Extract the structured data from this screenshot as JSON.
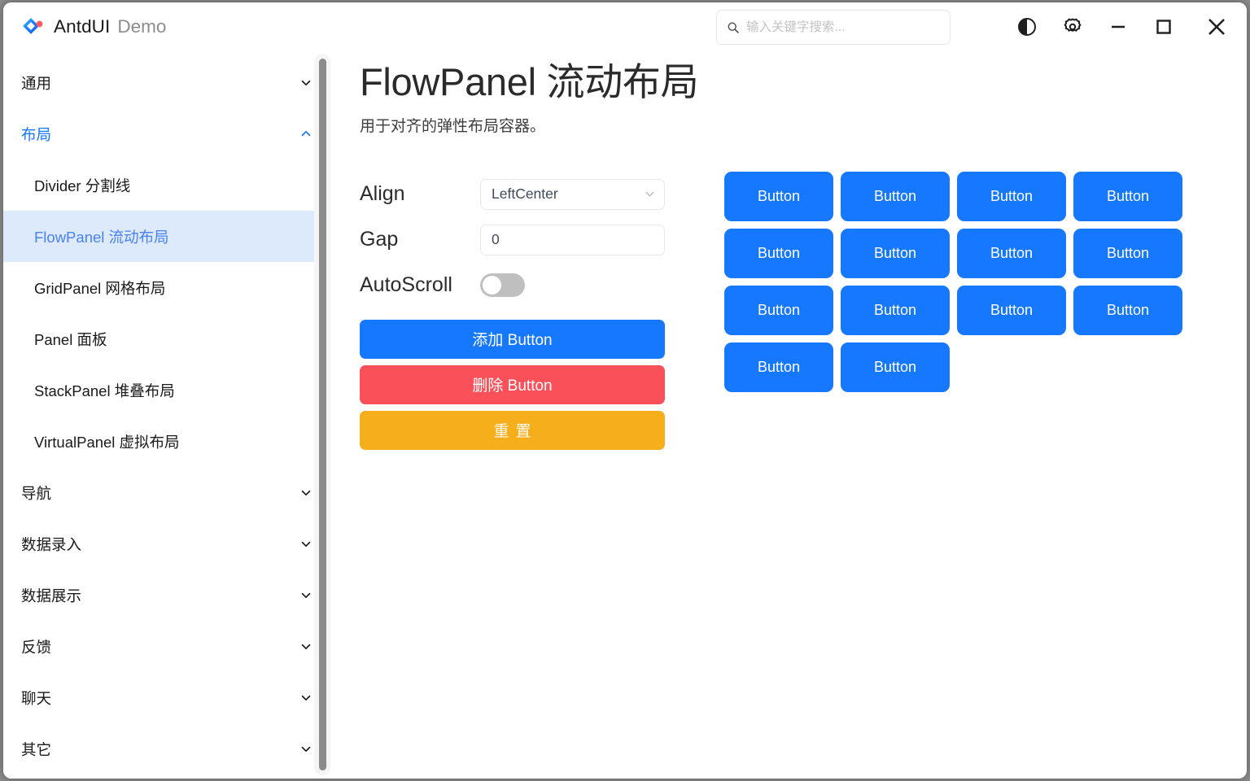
{
  "window": {
    "app_name": "AntdUI",
    "app_suffix": "Demo",
    "logo_icon": "antdui-logo-icon"
  },
  "search": {
    "placeholder": "输入关键字搜索...",
    "value": "",
    "icon": "search-icon"
  },
  "window_controls": [
    {
      "name": "theme-toggle-button",
      "icon": "contrast-circle-icon"
    },
    {
      "name": "settings-button",
      "icon": "gear-icon"
    },
    {
      "name": "minimize-button",
      "icon": "minimize-icon"
    },
    {
      "name": "maximize-button",
      "icon": "maximize-icon"
    },
    {
      "name": "close-button",
      "icon": "close-icon"
    }
  ],
  "sidebar": {
    "scrollbar": {
      "name": "sidebar-scrollbar",
      "thumb": "sidebar-scrollbar-thumb"
    },
    "nodes": [
      {
        "type": "group",
        "label": "通用",
        "expanded": false,
        "icon": "chevron-down-icon",
        "active": false
      },
      {
        "type": "group",
        "label": "布局",
        "expanded": true,
        "icon": "chevron-up-icon",
        "active": true
      },
      {
        "type": "item",
        "label": "Divider 分割线",
        "selected": false
      },
      {
        "type": "item",
        "label": "FlowPanel 流动布局",
        "selected": true
      },
      {
        "type": "item",
        "label": "GridPanel 网格布局",
        "selected": false
      },
      {
        "type": "item",
        "label": "Panel 面板",
        "selected": false
      },
      {
        "type": "item",
        "label": "StackPanel 堆叠布局",
        "selected": false
      },
      {
        "type": "item",
        "label": "VirtualPanel 虚拟布局",
        "selected": false
      },
      {
        "type": "group",
        "label": "导航",
        "expanded": false,
        "icon": "chevron-down-icon",
        "active": false
      },
      {
        "type": "group",
        "label": "数据录入",
        "expanded": false,
        "icon": "chevron-down-icon",
        "active": false
      },
      {
        "type": "group",
        "label": "数据展示",
        "expanded": false,
        "icon": "chevron-down-icon",
        "active": false
      },
      {
        "type": "group",
        "label": "反馈",
        "expanded": false,
        "icon": "chevron-down-icon",
        "active": false
      },
      {
        "type": "group",
        "label": "聊天",
        "expanded": false,
        "icon": "chevron-down-icon",
        "active": false
      },
      {
        "type": "group",
        "label": "其它",
        "expanded": false,
        "icon": "chevron-down-icon",
        "active": false
      }
    ]
  },
  "main": {
    "title": "FlowPanel 流动布局",
    "description": "用于对齐的弹性布局容器。",
    "controls": {
      "align": {
        "label": "Align",
        "value": "LeftCenter",
        "icon": "chevron-down-icon"
      },
      "gap": {
        "label": "Gap",
        "value": "0"
      },
      "autoscroll": {
        "label": "AutoScroll",
        "checked": false
      }
    },
    "actions": [
      {
        "name": "add-button-button",
        "label": "添加 Button",
        "style": "primary",
        "color": "#1677ff"
      },
      {
        "name": "remove-button-button",
        "label": "删除 Button",
        "style": "danger",
        "color": "#fa5059"
      },
      {
        "name": "reset-button",
        "label": "重置",
        "style": "warn",
        "color": "#f6af1b"
      }
    ],
    "flow_panel": {
      "button_label": "Button",
      "button_count": 14,
      "button_color": "#1677ff",
      "rows": [
        4,
        4,
        4,
        2
      ]
    }
  },
  "colors": {
    "accent": "#1677ff",
    "selected_bg": "#ddeafb",
    "selected_text": "#4a82f5",
    "danger": "#fa5059",
    "warning": "#f6af1b",
    "toggle_off": "#bfbfbf"
  }
}
